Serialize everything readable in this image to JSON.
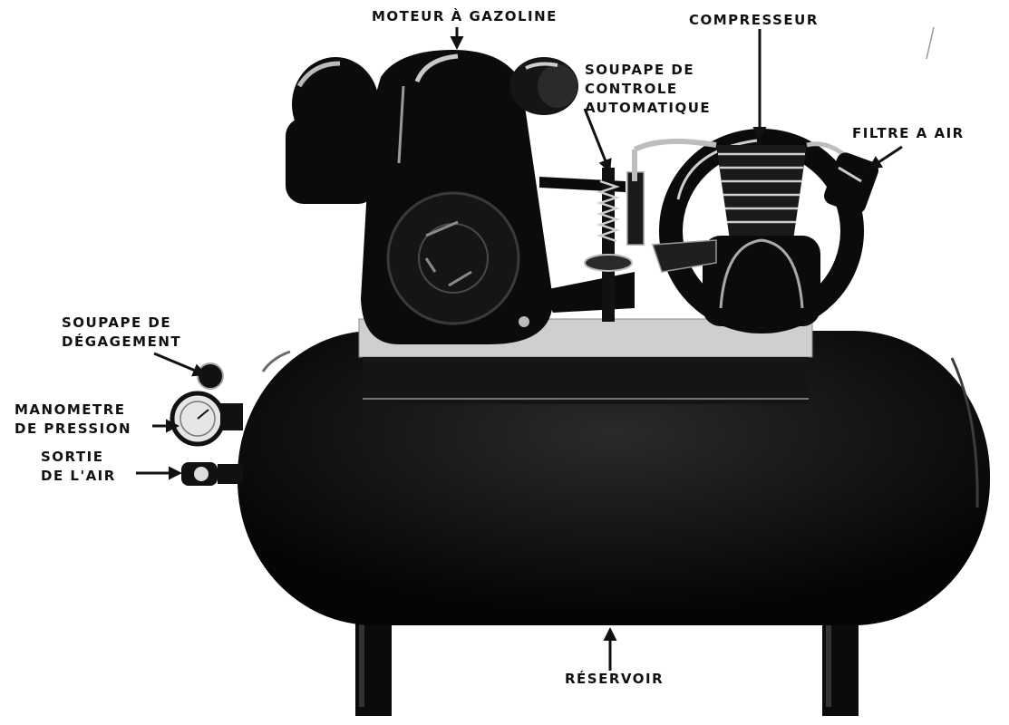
{
  "labels": {
    "moteur": "MOTEUR À GAZOLINE",
    "compresseur": "COMPRESSEUR",
    "soupape_controle": [
      "SOUPAPE DE",
      "CONTROLE",
      "AUTOMATIQUE"
    ],
    "filtre": "FILTRE A AIR",
    "soupape_degagement": [
      "SOUPAPE DE",
      "DÉGAGEMENT"
    ],
    "manometre": [
      "MANOMETRE",
      "DE PRESSION"
    ],
    "sortie": [
      "SORTIE",
      "DE L'AIR"
    ],
    "reservoir": "RÉSERVOIR"
  },
  "colors": {
    "ink": "#111111",
    "machine": "#0b0b0b",
    "highlight": "#d9d9d9",
    "background": "#ffffff"
  }
}
